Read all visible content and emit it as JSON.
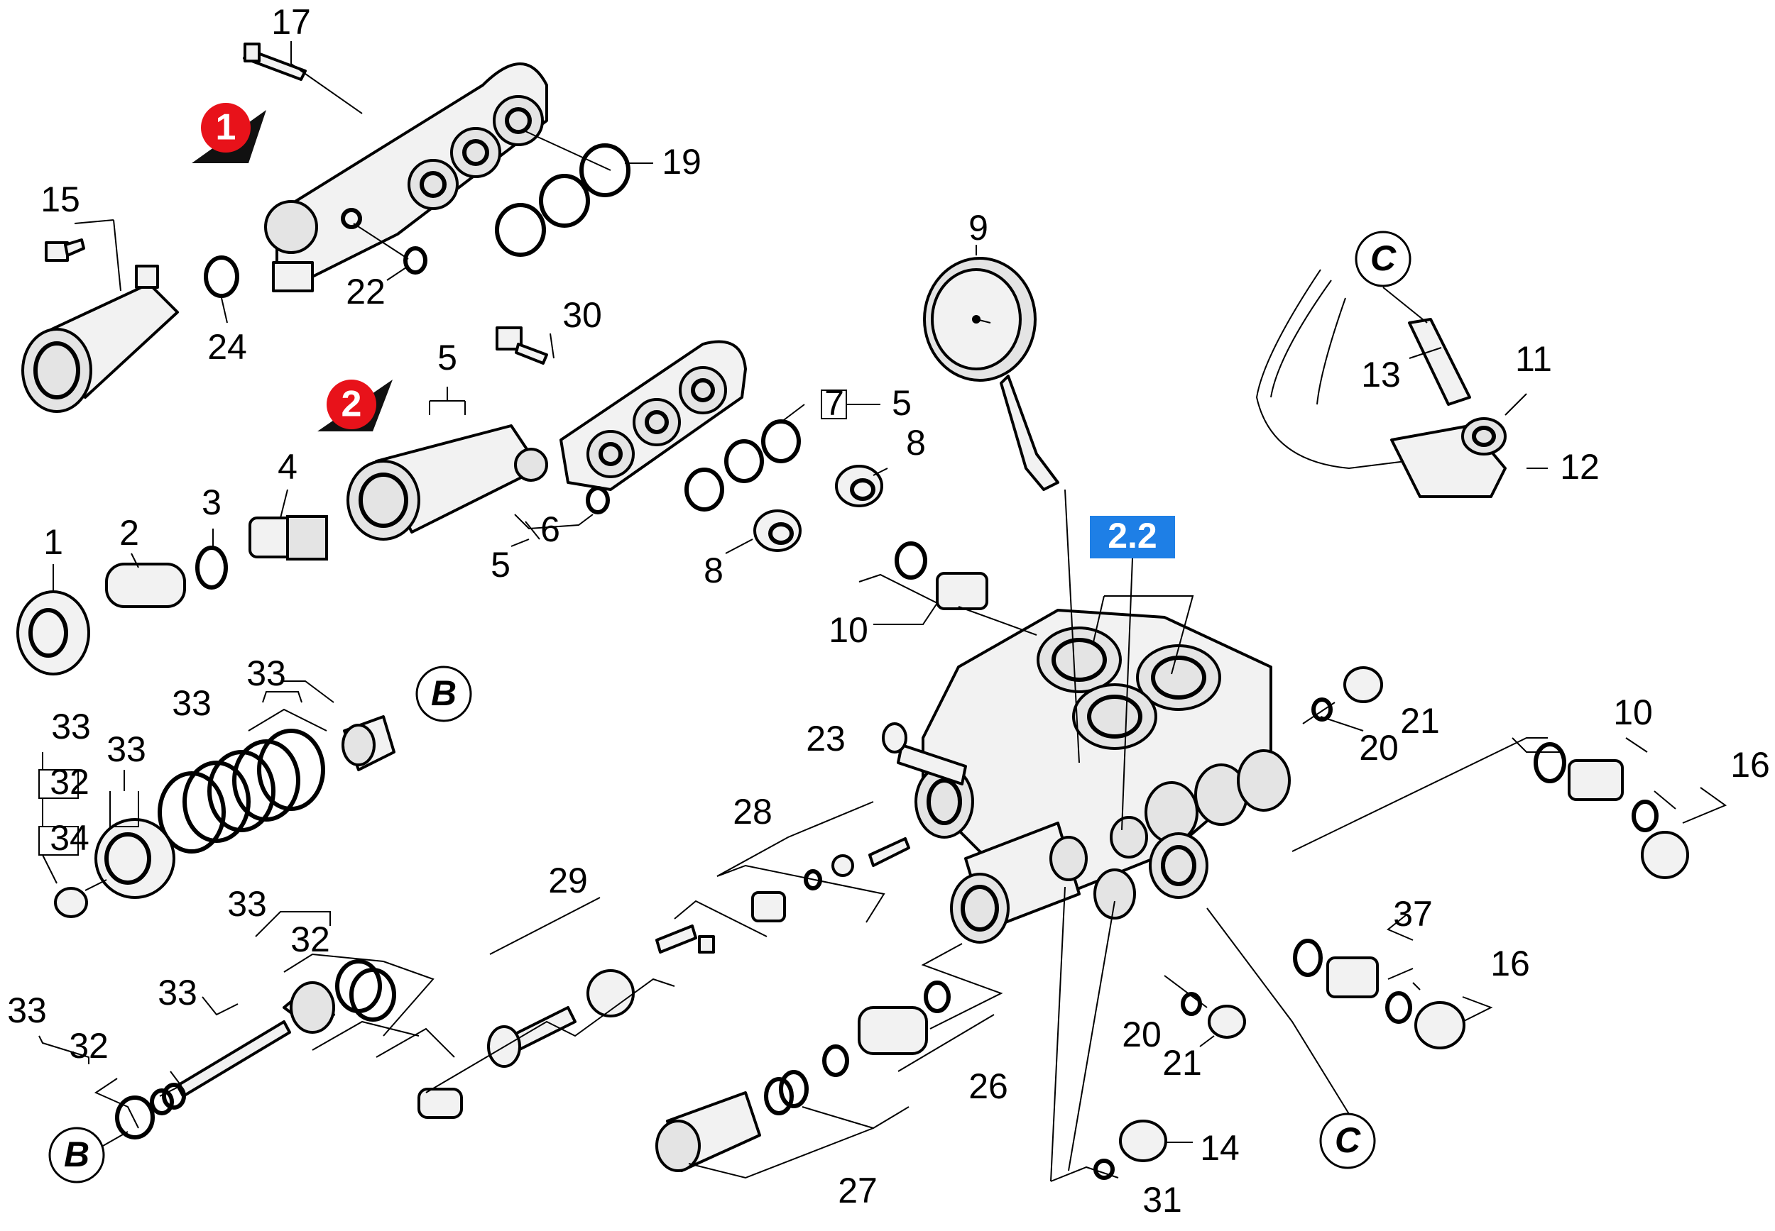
{
  "callouts": [
    {
      "id": "17",
      "text": "17"
    },
    {
      "id": "19",
      "text": "19"
    },
    {
      "id": "15",
      "text": "15"
    },
    {
      "id": "22",
      "text": "22"
    },
    {
      "id": "24",
      "text": "24"
    },
    {
      "id": "9",
      "text": "9"
    },
    {
      "id": "30",
      "text": "30"
    },
    {
      "id": "5a",
      "text": "5"
    },
    {
      "id": "7",
      "text": "7"
    },
    {
      "id": "5b",
      "text": "5"
    },
    {
      "id": "13",
      "text": "13"
    },
    {
      "id": "11",
      "text": "11"
    },
    {
      "id": "12",
      "text": "12"
    },
    {
      "id": "4",
      "text": "4"
    },
    {
      "id": "3",
      "text": "3"
    },
    {
      "id": "2",
      "text": "2"
    },
    {
      "id": "1",
      "text": "1"
    },
    {
      "id": "8a",
      "text": "8"
    },
    {
      "id": "6",
      "text": "6"
    },
    {
      "id": "5c",
      "text": "5"
    },
    {
      "id": "8b",
      "text": "8"
    },
    {
      "id": "10a",
      "text": "10"
    },
    {
      "id": "33a",
      "text": "33"
    },
    {
      "id": "33b",
      "text": "33"
    },
    {
      "id": "33c",
      "text": "33"
    },
    {
      "id": "33d",
      "text": "33"
    },
    {
      "id": "32a",
      "text": "32"
    },
    {
      "id": "34",
      "text": "34"
    },
    {
      "id": "23",
      "text": "23"
    },
    {
      "id": "21a",
      "text": "21"
    },
    {
      "id": "20a",
      "text": "20"
    },
    {
      "id": "10b",
      "text": "10"
    },
    {
      "id": "16a",
      "text": "16"
    },
    {
      "id": "28",
      "text": "28"
    },
    {
      "id": "29",
      "text": "29"
    },
    {
      "id": "33e",
      "text": "33"
    },
    {
      "id": "32b",
      "text": "32"
    },
    {
      "id": "33f",
      "text": "33"
    },
    {
      "id": "33g",
      "text": "33"
    },
    {
      "id": "32c",
      "text": "32"
    },
    {
      "id": "37",
      "text": "37"
    },
    {
      "id": "16b",
      "text": "16"
    },
    {
      "id": "26",
      "text": "26"
    },
    {
      "id": "20b",
      "text": "20"
    },
    {
      "id": "21b",
      "text": "21"
    },
    {
      "id": "14",
      "text": "14"
    },
    {
      "id": "27",
      "text": "27"
    },
    {
      "id": "31",
      "text": "31"
    }
  ],
  "circle_labels": [
    {
      "id": "C1",
      "text": "C"
    },
    {
      "id": "B1",
      "text": "B"
    },
    {
      "id": "B2",
      "text": "B"
    },
    {
      "id": "C2",
      "text": "C"
    }
  ],
  "badges": [
    {
      "id": "badge1",
      "text": "1"
    },
    {
      "id": "badge2",
      "text": "2"
    }
  ],
  "assembly_label": {
    "text": "2.2",
    "color": "#1e7fe6"
  },
  "colors": {
    "badge_red": "#e8121a",
    "badge_shadow": "#111111"
  }
}
